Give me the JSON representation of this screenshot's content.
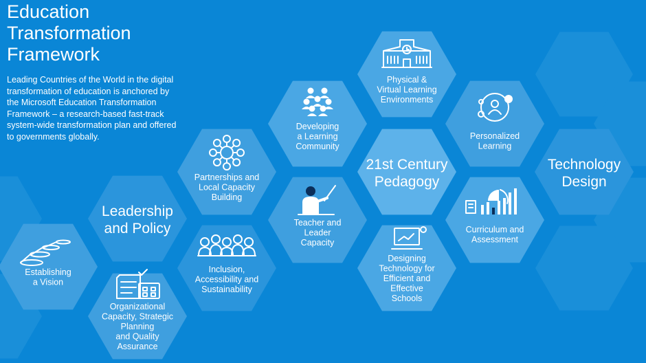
{
  "header": {
    "title_lines": [
      "Education",
      "Transformation",
      "Framework"
    ],
    "intro": "Leading Countries of the World in the digital transformation of education is anchored by the Microsoft Education Transformation Framework – a research-based fast-track system-wide transformation plan and offered to governments globally."
  },
  "colors": {
    "background": "#0a86d6",
    "hex_light": "#4aa7e4",
    "hex_lighter": "#5db2ea",
    "hex_edge": "#1a8fd9"
  },
  "hexagons": [
    {
      "id": "establishing-a-vision",
      "lines": [
        "Establishing",
        "a Vision"
      ],
      "icon": "steps-icon",
      "kind": "small"
    },
    {
      "id": "leadership-and-policy",
      "lines": [
        "Leadership",
        "and Policy"
      ],
      "icon": "",
      "kind": "major"
    },
    {
      "id": "organizational-capacity",
      "lines": [
        "Organizational",
        "Capacity, Strategic",
        "Planning",
        "and Quality",
        "Assurance"
      ],
      "icon": "document-icon",
      "kind": "small"
    },
    {
      "id": "partnerships",
      "lines": [
        "Partnerships and",
        "Local Capacity",
        "Building"
      ],
      "icon": "network-icon",
      "kind": "small"
    },
    {
      "id": "inclusion",
      "lines": [
        "Inclusion,",
        "Accessibility and",
        "Sustainability"
      ],
      "icon": "group-icon",
      "kind": "small"
    },
    {
      "id": "learning-community",
      "lines": [
        "Developing",
        "a Learning",
        "Community"
      ],
      "icon": "community-icon",
      "kind": "small"
    },
    {
      "id": "teacher-capacity",
      "lines": [
        "Teacher and",
        "Leader",
        "Capacity"
      ],
      "icon": "teacher-icon",
      "kind": "small"
    },
    {
      "id": "physical-virtual",
      "lines": [
        "Physical &",
        "Virtual Learning",
        "Environments"
      ],
      "icon": "school-icon",
      "kind": "small"
    },
    {
      "id": "21st-century-pedagogy",
      "lines": [
        "21st Century",
        "Pedagogy"
      ],
      "icon": "",
      "kind": "major"
    },
    {
      "id": "designing-technology",
      "lines": [
        "Designing",
        "Technology for",
        "Efficient and",
        "Effective",
        "Schools"
      ],
      "icon": "screen-icon",
      "kind": "small"
    },
    {
      "id": "personalized-learning",
      "lines": [
        "Personalized",
        "Learning"
      ],
      "icon": "person-orbit-icon",
      "kind": "small"
    },
    {
      "id": "curriculum-assessment",
      "lines": [
        "Curriculum and",
        "Assessment"
      ],
      "icon": "analytics-icon",
      "kind": "small"
    },
    {
      "id": "technology-design",
      "lines": [
        "Technology",
        "Design"
      ],
      "icon": "",
      "kind": "major"
    }
  ]
}
